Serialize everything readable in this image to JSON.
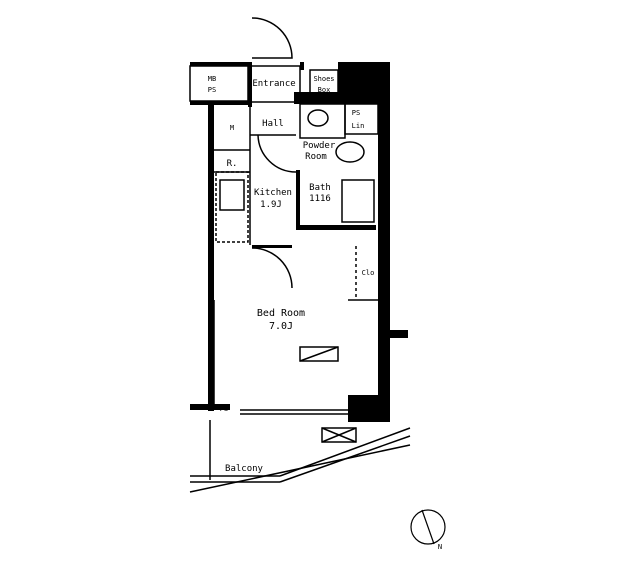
{
  "rooms": {
    "mb_ps": [
      "MB",
      "PS"
    ],
    "entrance": "Entrance",
    "shoes_box": [
      "Shoes",
      "Box"
    ],
    "hall": "Hall",
    "m": "M",
    "r": "R.",
    "ps": "PS",
    "lin": "Lin",
    "powder_room": [
      "Powder",
      "Room"
    ],
    "kitchen": [
      "Kitchen",
      "1.9J"
    ],
    "bath": [
      "Bath",
      "1116"
    ],
    "closet": "Clo",
    "bed_room": [
      "Bed Room",
      "7.0J"
    ],
    "balcony_ps": "PS",
    "balcony": "Balcony"
  },
  "compass": {
    "label": "N"
  },
  "colors": {
    "wall": "#000000",
    "background": "#ffffff"
  }
}
